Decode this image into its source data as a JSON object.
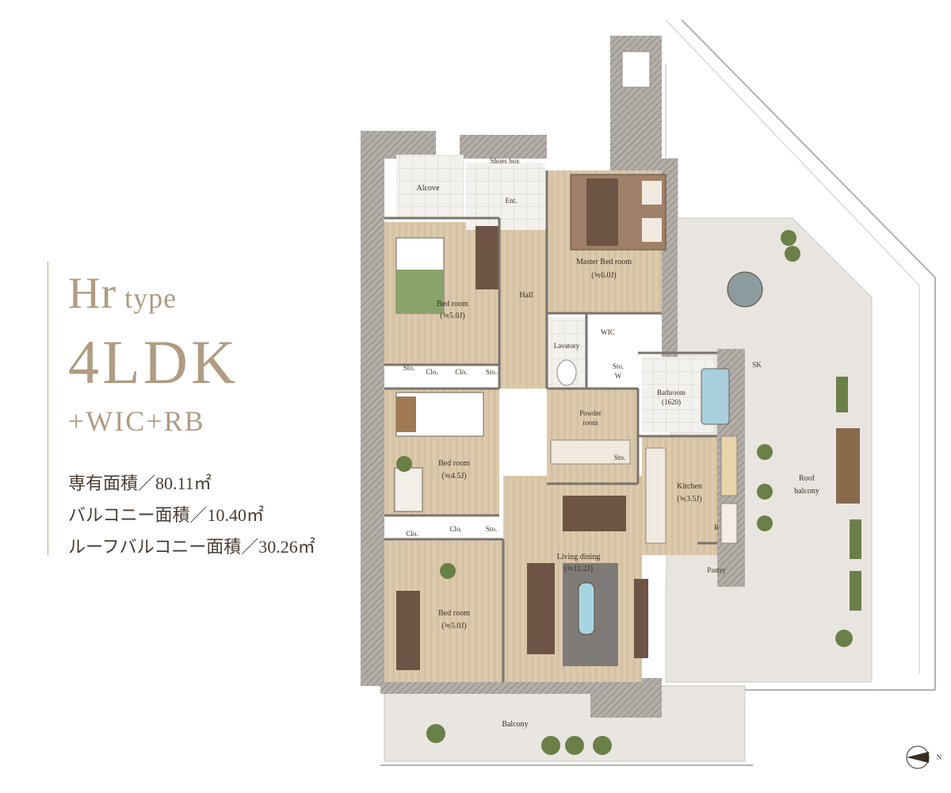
{
  "type_heading": {
    "name": "Hr",
    "suffix": "type"
  },
  "layout": "4LDK",
  "options": "+WIC+RB",
  "areas": [
    "専有面積／80.11㎡",
    "バルコニー面積／10.40㎡",
    "ルーフバルコニー面積／30.26㎡"
  ],
  "rooms": {
    "alcove": "Alcove",
    "shoes_box": "Shoes box",
    "entrance": "Ent.",
    "hall": "Hall",
    "master_bed": "Master Bed room",
    "master_bed_size": "(≒6.0J)",
    "bed1": "Bed room",
    "bed1_size": "(≒5.0J)",
    "lavatory": "Lavatory",
    "wic": "WIC",
    "sto_w": "Sto.",
    "sto_w2": "W",
    "sk": "SK",
    "sto1": "Sto.",
    "clo1": "Clo.",
    "clo2": "Clo.",
    "sto2": "Sto.",
    "bathroom": "Bathroom",
    "bathroom_size": "(1620)",
    "powder": "Powder",
    "powder2": "room",
    "sto3": "Sto.",
    "bed2": "Bed room",
    "bed2_size": "(≒4.5J)",
    "kitchen": "Kitchen",
    "kitchen_size": "(≒3.5J)",
    "r": "R",
    "clo3": "Clo.",
    "clo4": "Clo.",
    "sto4": "Sto.",
    "living": "Living dining",
    "living_size": "(≒11.2J)",
    "pantry": "Pantry",
    "bed3": "Bed room",
    "bed3_size": "(≒5.0J)",
    "roof_balcony": "Roof",
    "roof_balcony2": "balcony",
    "balcony": "Balcony"
  },
  "compass": "N",
  "colors": {
    "accent": "#b09c83",
    "floor": "#d8c4a6",
    "wall": "#9e9894",
    "roof": "#e9e6e2"
  }
}
